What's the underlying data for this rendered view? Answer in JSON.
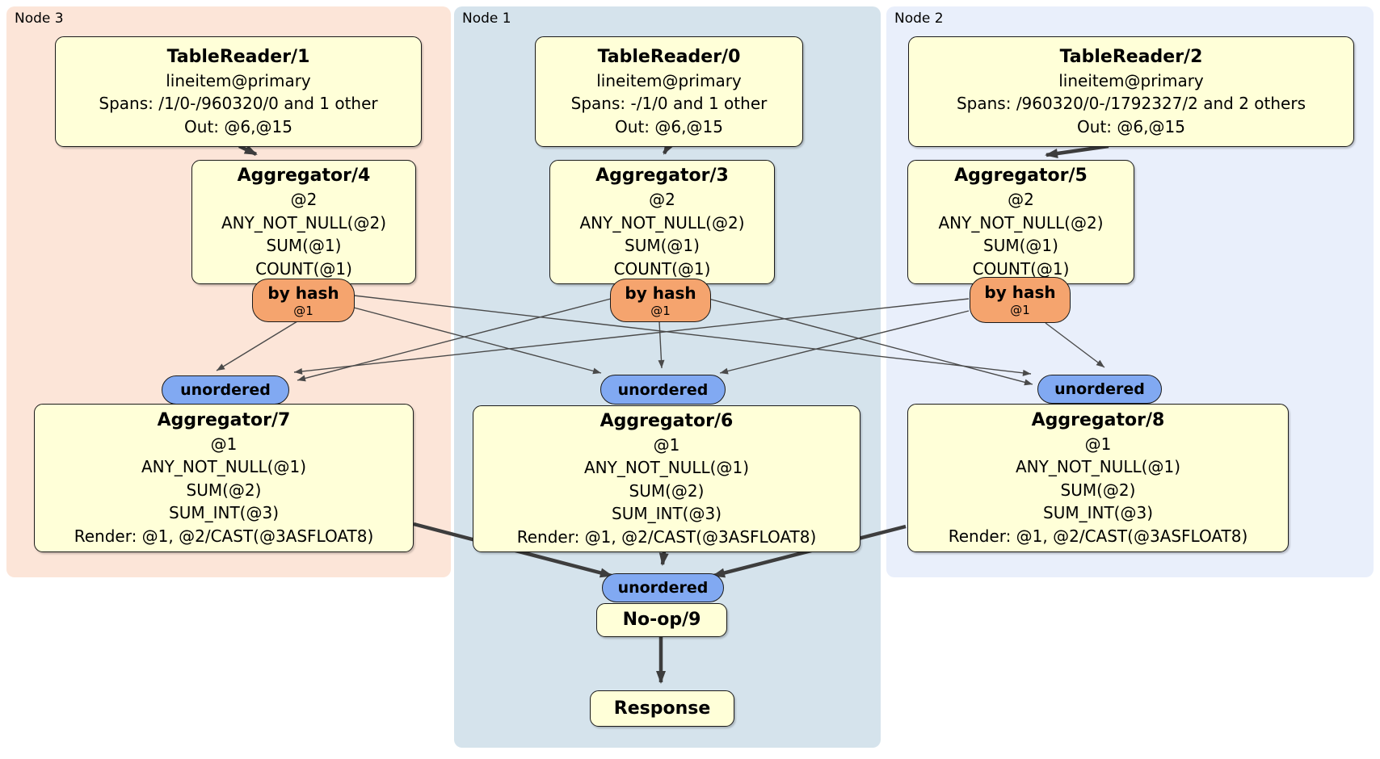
{
  "diagram": {
    "regions": {
      "node3": {
        "label": "Node 3"
      },
      "node1": {
        "label": "Node 1"
      },
      "node2": {
        "label": "Node 2"
      }
    },
    "processors": {
      "tr1": {
        "title": "TableReader/1",
        "lines": [
          "lineitem@primary",
          "Spans: /1/0-/960320/0 and 1 other",
          "Out: @6,@15"
        ]
      },
      "tr0": {
        "title": "TableReader/0",
        "lines": [
          "lineitem@primary",
          "Spans: -/1/0 and 1 other",
          "Out: @6,@15"
        ]
      },
      "tr2": {
        "title": "TableReader/2",
        "lines": [
          "lineitem@primary",
          "Spans: /960320/0-/1792327/2 and 2 others",
          "Out: @6,@15"
        ]
      },
      "agg4": {
        "title": "Aggregator/4",
        "lines": [
          "@2",
          "ANY_NOT_NULL(@2)",
          "SUM(@1)",
          "COUNT(@1)"
        ]
      },
      "agg3": {
        "title": "Aggregator/3",
        "lines": [
          "@2",
          "ANY_NOT_NULL(@2)",
          "SUM(@1)",
          "COUNT(@1)"
        ]
      },
      "agg5": {
        "title": "Aggregator/5",
        "lines": [
          "@2",
          "ANY_NOT_NULL(@2)",
          "SUM(@1)",
          "COUNT(@1)"
        ]
      },
      "agg7": {
        "title": "Aggregator/7",
        "lines": [
          "@1",
          "ANY_NOT_NULL(@1)",
          "SUM(@2)",
          "SUM_INT(@3)",
          "Render: @1, @2/CAST(@3ASFLOAT8)"
        ]
      },
      "agg6": {
        "title": "Aggregator/6",
        "lines": [
          "@1",
          "ANY_NOT_NULL(@1)",
          "SUM(@2)",
          "SUM_INT(@3)",
          "Render: @1, @2/CAST(@3ASFLOAT8)"
        ]
      },
      "agg8": {
        "title": "Aggregator/8",
        "lines": [
          "@1",
          "ANY_NOT_NULL(@1)",
          "SUM(@2)",
          "SUM_INT(@3)",
          "Render: @1, @2/CAST(@3ASFLOAT8)"
        ]
      },
      "noop9": {
        "title": "No-op/9"
      },
      "response": {
        "title": "Response"
      }
    },
    "routers": {
      "byhash3": {
        "label": "by hash",
        "detail": "@1"
      },
      "byhash1": {
        "label": "by hash",
        "detail": "@1"
      },
      "byhash2": {
        "label": "by hash",
        "detail": "@1"
      }
    },
    "syncs": {
      "unordered7": {
        "label": "unordered"
      },
      "unordered6": {
        "label": "unordered"
      },
      "unordered8": {
        "label": "unordered"
      },
      "unordered9": {
        "label": "unordered"
      }
    },
    "colors": {
      "node3_bg": "#fce5d8",
      "node1_bg": "#d5e3ec",
      "node2_bg": "#e9effb",
      "processor_bg": "#ffffd8",
      "router_bg": "#f5a46e",
      "sync_bg": "#81a9f2",
      "edge_thin": "#4a4a4a",
      "edge_thick": "#3d3d3d"
    }
  }
}
